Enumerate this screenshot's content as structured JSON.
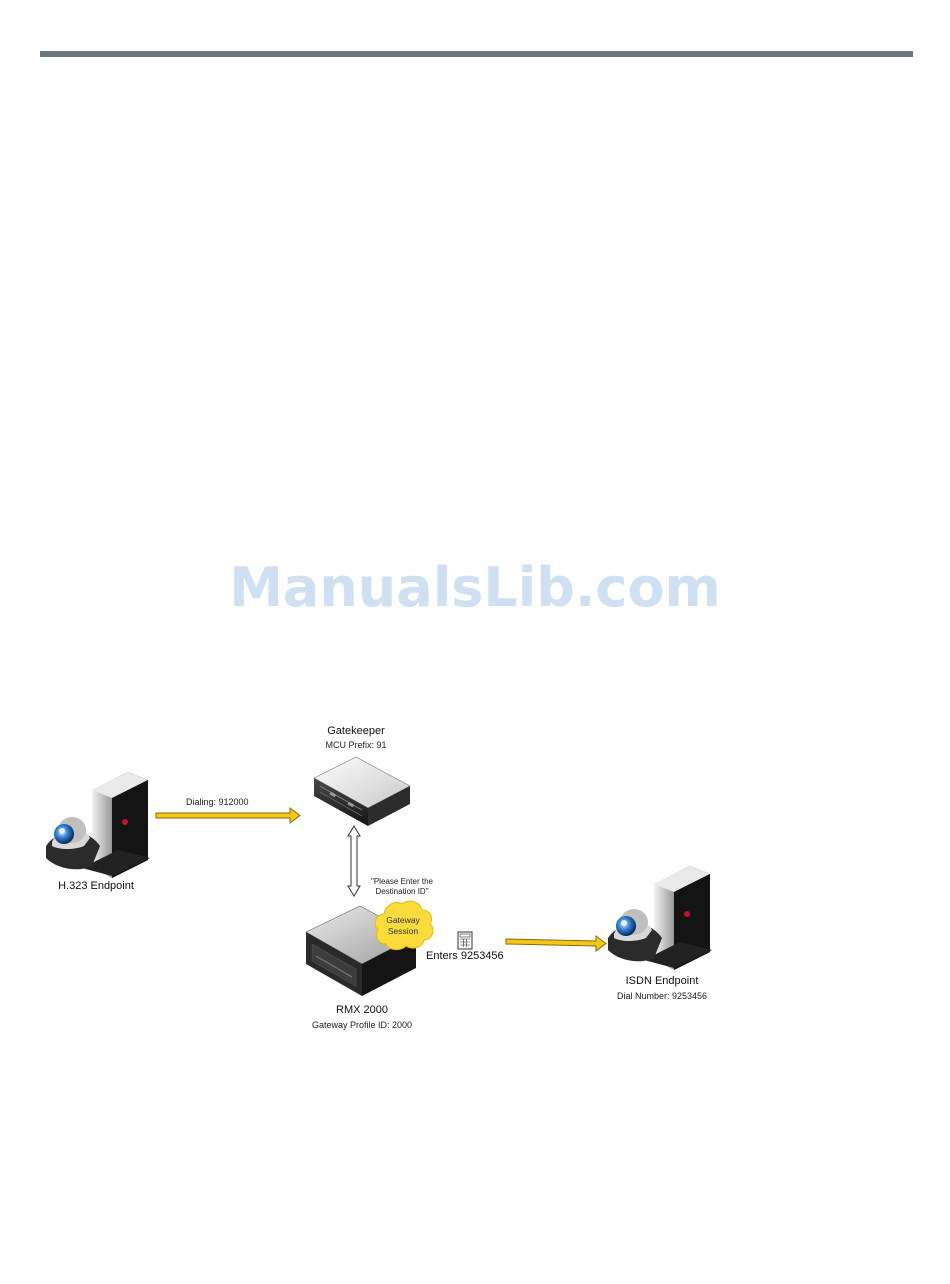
{
  "watermark": "ManualsLib.com",
  "diagram": {
    "gatekeeper": {
      "title": "Gatekeeper",
      "subtitle": "MCU Prefix: 91"
    },
    "h323_endpoint": {
      "title": "H.323 Endpoint"
    },
    "dialing_label": "Dialing: 912000",
    "prompt_label_line1": "\"Please Enter the",
    "prompt_label_line2": "Destination ID\"",
    "gateway_session_line1": "Gateway",
    "gateway_session_line2": "Session",
    "enters_label": "Enters 9253456",
    "rmx": {
      "title": "RMX 2000",
      "subtitle": "Gateway Profile ID: 2000"
    },
    "isdn_endpoint": {
      "title": "ISDN Endpoint",
      "subtitle": "Dial Number: 9253456"
    },
    "colors": {
      "arrow_fill": "#f5c518",
      "arrow_stroke": "#8a6d00",
      "cloud_fill": "#fbdc3c",
      "device_dark": "#1e1e1e",
      "device_light": "#eeeeee",
      "accent_red": "#c8102e",
      "rule": "#6d7683",
      "watermark": "#cfe0f3"
    }
  }
}
